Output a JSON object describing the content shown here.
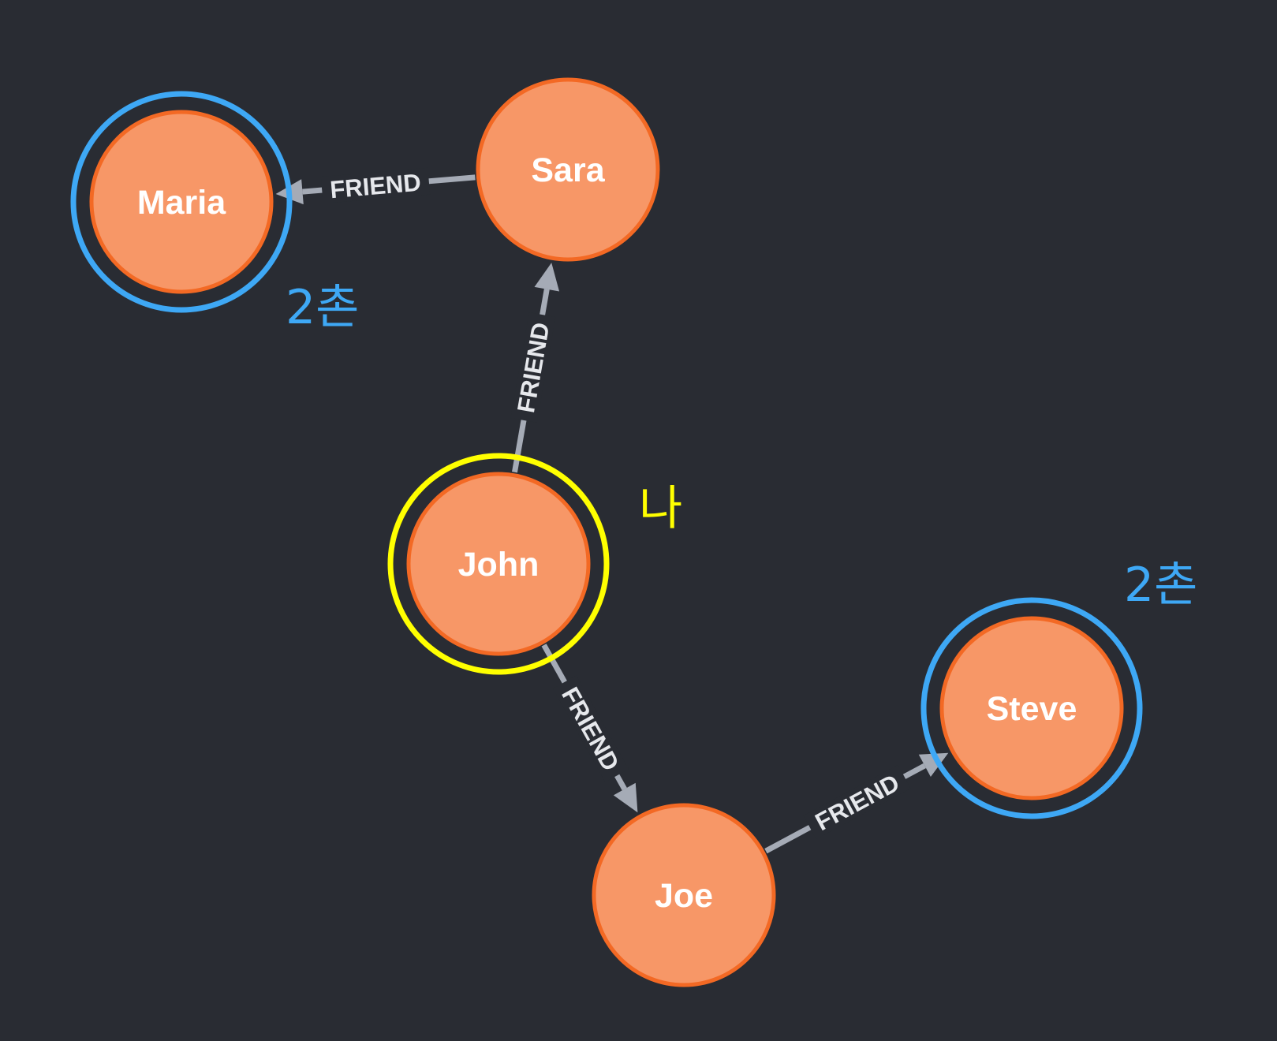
{
  "graph": {
    "background": "#292c33",
    "node_fill": "#f79767",
    "node_stroke": "#f36924",
    "edge_color": "#a5abb6",
    "nodes": [
      {
        "id": "maria",
        "label": "Maria"
      },
      {
        "id": "sara",
        "label": "Sara"
      },
      {
        "id": "john",
        "label": "John"
      },
      {
        "id": "joe",
        "label": "Joe"
      },
      {
        "id": "steve",
        "label": "Steve"
      }
    ],
    "edges": [
      {
        "from": "sara",
        "to": "maria",
        "label": "FRIEND"
      },
      {
        "from": "john",
        "to": "sara",
        "label": "FRIEND"
      },
      {
        "from": "john",
        "to": "joe",
        "label": "FRIEND"
      },
      {
        "from": "joe",
        "to": "steve",
        "label": "FRIEND"
      }
    ]
  },
  "annotations": {
    "me": {
      "node": "john",
      "text": "나",
      "color": "#ffff00"
    },
    "second_degree": [
      {
        "node": "maria",
        "text": "2촌",
        "color": "#3ea8f5"
      },
      {
        "node": "steve",
        "text": "2촌",
        "color": "#3ea8f5"
      }
    ]
  }
}
